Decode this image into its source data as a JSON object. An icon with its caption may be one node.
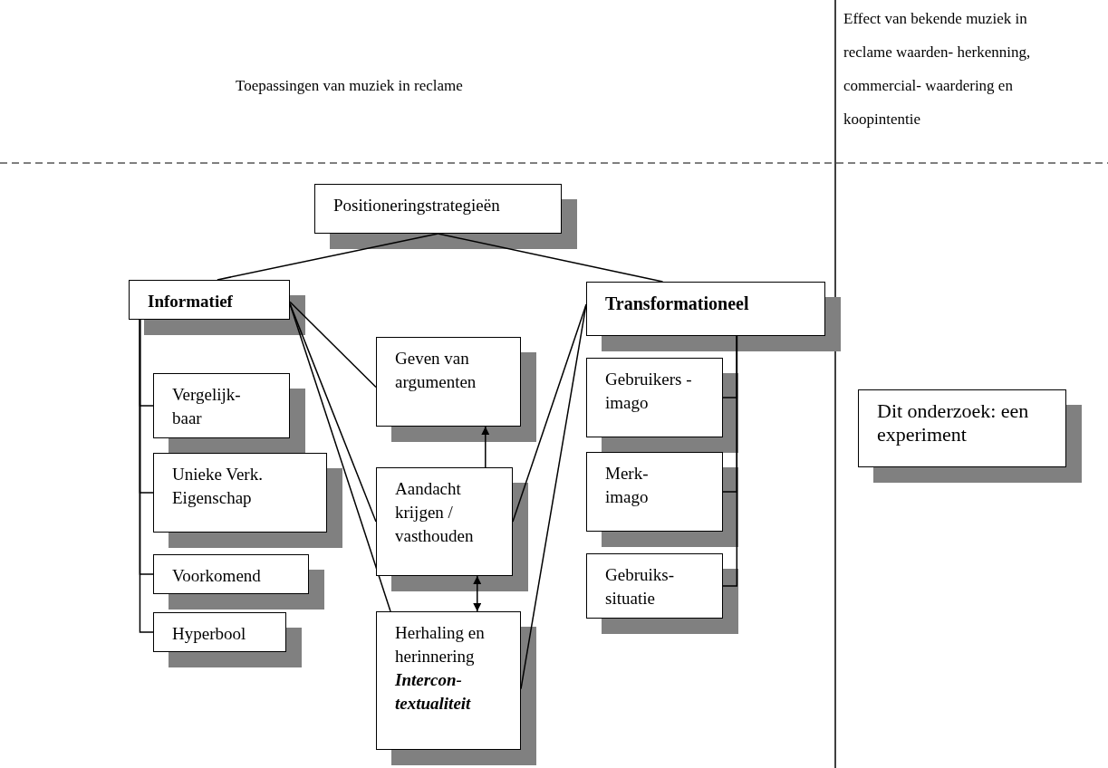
{
  "diagram": {
    "nodes": [
      {
        "text": [
          "Positioneringstrategieën"
        ]
      },
      {
        "text": [
          "Informatief"
        ]
      },
      {
        "text": [
          "Transformationeel"
        ]
      },
      {
        "text": [
          "Geven van argumenten"
        ]
      },
      {
        "text": [
          "Vergelijk- baar"
        ]
      },
      {
        "text": [
          "Gebruikers -imago"
        ]
      },
      {
        "text": [
          "Dit onderzoek: een experiment"
        ]
      },
      {
        "text": [
          "Aandacht krijgen / vasthouden"
        ]
      },
      {
        "text": [
          "Unieke Verk. Eigenschap"
        ]
      },
      {
        "text": [
          "Merk- imago"
        ]
      },
      {
        "text": [
          "Voorkomend"
        ]
      },
      {
        "text": [
          "Gebruiks- situatie"
        ]
      },
      {
        "text": [
          "Hyperbool"
        ]
      },
      {
        "text": [
          "Herhaling en herinnering",
          "Intercon- textualiteit"
        ]
      }
    ],
    "edges": [
      {
        "from": 0,
        "to": 1,
        "arrow": "none"
      },
      {
        "from": 0,
        "to": 2,
        "arrow": "none"
      },
      {
        "from": 1,
        "to": 3,
        "arrow": "none"
      },
      {
        "from": 1,
        "to": 7,
        "arrow": "none"
      },
      {
        "from": 1,
        "to": 13,
        "arrow": "none"
      },
      {
        "from": 2,
        "to": 7,
        "arrow": "none"
      },
      {
        "from": 2,
        "to": 13,
        "arrow": "none"
      },
      {
        "from": 7,
        "to": 3,
        "arrow": "to"
      },
      {
        "from": 7,
        "to": 13,
        "arrow": "both"
      },
      {
        "from": 1,
        "to": 4,
        "arrow": "none"
      },
      {
        "from": 1,
        "to": 8,
        "arrow": "none"
      },
      {
        "from": 1,
        "to": 10,
        "arrow": "none"
      },
      {
        "from": 1,
        "to": 12,
        "arrow": "none"
      },
      {
        "from": 2,
        "to": 5,
        "arrow": "none"
      },
      {
        "from": 2,
        "to": 9,
        "arrow": "none"
      },
      {
        "from": 2,
        "to": 11,
        "arrow": "none"
      }
    ],
    "labels": [
      "Toepassingen van muziek in reclame",
      "Effect van bekende muziek in reclame waarden- herkenning, commercial- waardering en koopintentie"
    ]
  }
}
